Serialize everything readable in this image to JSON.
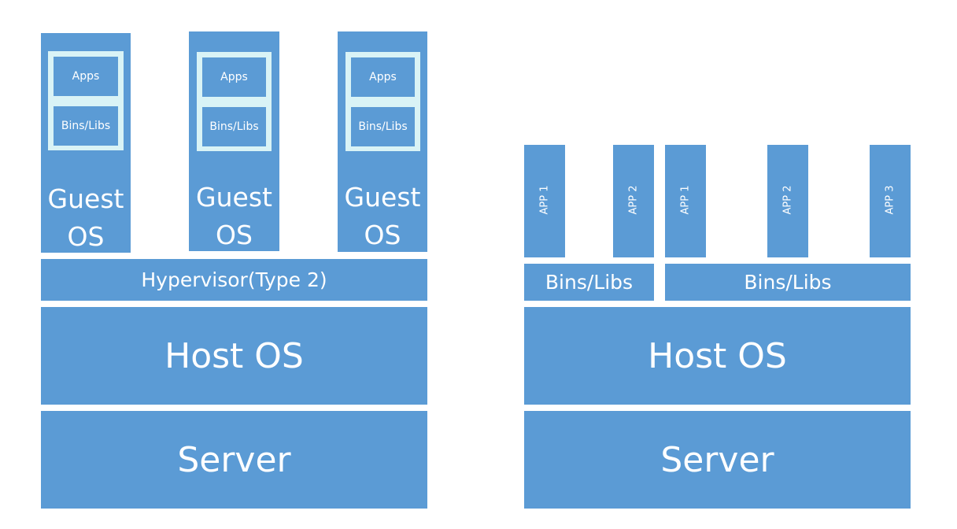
{
  "vm_stack": {
    "guests": [
      {
        "apps": "Apps",
        "bins_libs": "Bins/Libs",
        "guest_os_line1": "Guest",
        "guest_os_line2": "OS"
      },
      {
        "apps": "Apps",
        "bins_libs": "Bins/Libs",
        "guest_os_line1": "Guest",
        "guest_os_line2": "OS"
      },
      {
        "apps": "Apps",
        "bins_libs": "Bins/Libs",
        "guest_os_line1": "Guest",
        "guest_os_line2": "OS"
      }
    ],
    "hypervisor": "Hypervisor(Type 2)",
    "host_os": "Host OS",
    "server": "Server"
  },
  "container_stack": {
    "group_a": {
      "apps": [
        "APP 1",
        "APP 2"
      ],
      "bins_libs": "Bins/Libs"
    },
    "group_b": {
      "apps": [
        "APP 1",
        "APP 2",
        "APP 3"
      ],
      "bins_libs": "Bins/Libs"
    },
    "host_os": "Host OS",
    "server": "Server"
  },
  "colors": {
    "block": "#5b9bd5",
    "frame": "#d9f3f6",
    "text": "#ffffff",
    "background": "#ffffff"
  }
}
